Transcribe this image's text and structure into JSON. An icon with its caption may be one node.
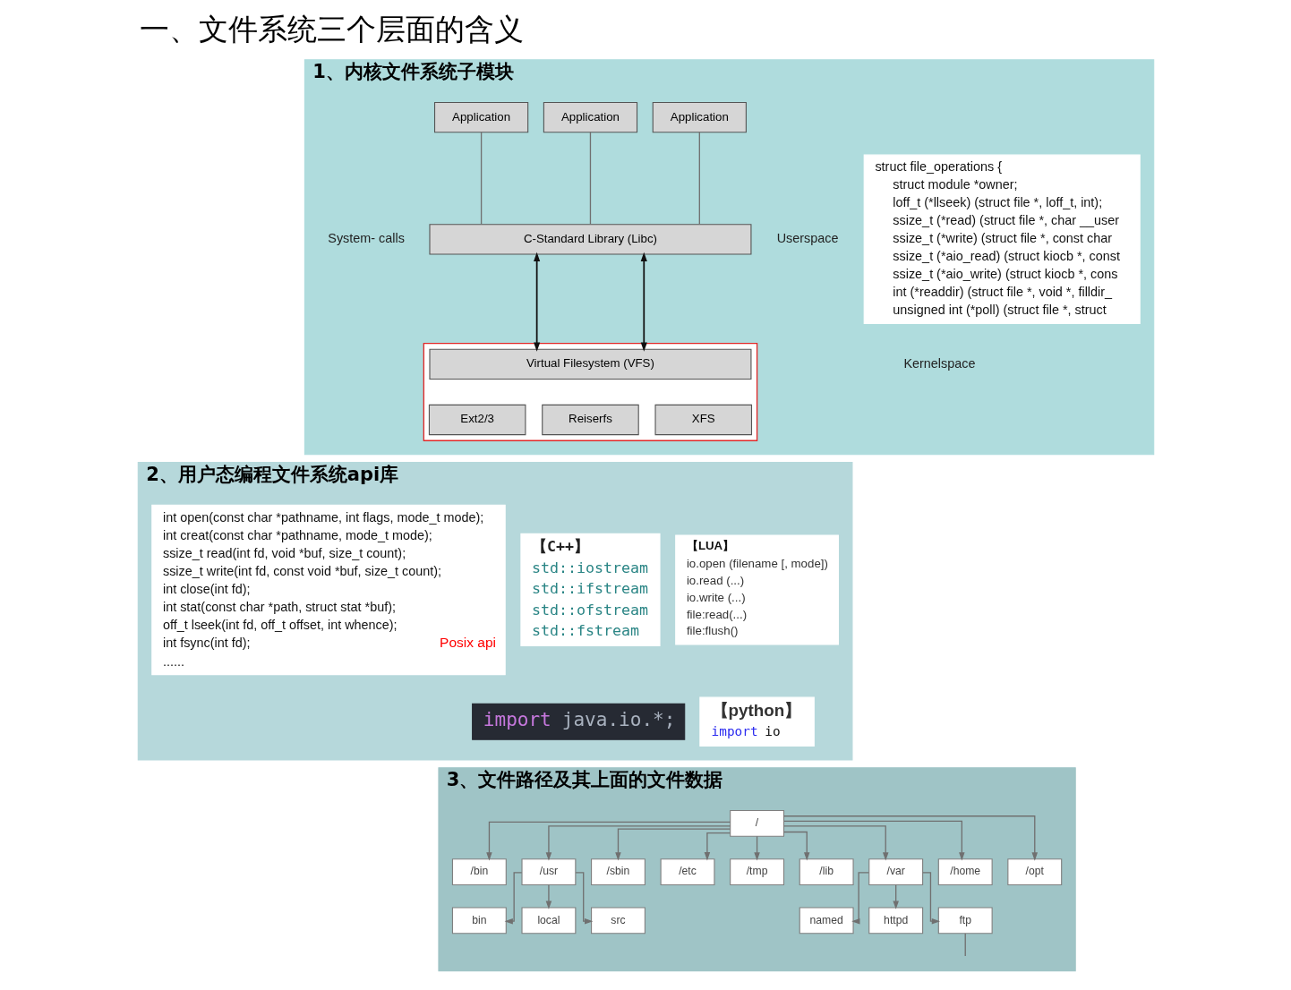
{
  "diagram": {
    "title": "一、文件系统三个层面的含义",
    "nodes": [
      {
        "text": [
          "1、内核文件系统子模块"
        ]
      },
      {
        "text": [
          "Application"
        ],
        "in": 0
      },
      {
        "text": [
          "Application"
        ],
        "in": 0
      },
      {
        "text": [
          "Application"
        ],
        "in": 0
      },
      {
        "text": [
          "C-Standard Library (Libc)"
        ],
        "in": 0
      },
      {
        "text": [],
        "shape": "box",
        "in": 0
      },
      {
        "text": [
          "Virtual Filesystem (VFS)"
        ],
        "in": 5
      },
      {
        "text": [
          "Ext2/3"
        ],
        "in": 5
      },
      {
        "text": [
          "Reiserfs"
        ],
        "in": 5
      },
      {
        "text": [
          "XFS"
        ],
        "in": 5
      },
      {
        "text": [
          "struct file_operations {",
          "struct module *owner;",
          "loff_t (*llseek) (struct file *, loff_t, int);",
          "ssize_t (*read) (struct file *, char __user",
          "ssize_t (*write) (struct file *, const char",
          "ssize_t (*aio_read) (struct kiocb *, const",
          "ssize_t (*aio_write) (struct kiocb *, cons",
          "int (*readdir) (struct file *, void *, filldir_",
          "unsigned int (*poll) (struct file *, struct"
        ],
        "in": 0
      },
      {
        "text": [
          "2、用户态编程文件系统api库"
        ]
      },
      {
        "text": [
          "int open(const char *pathname, int flags, mode_t mode);",
          "int creat(const char *pathname, mode_t mode);",
          "ssize_t read(int fd, void *buf, size_t count);",
          "ssize_t write(int fd, const void *buf, size_t count);",
          "int close(int fd);",
          "int stat(const char *path, struct stat *buf);",
          "off_t lseek(int fd, off_t offset, int whence);",
          "int fsync(int fd);",
          "Posix api",
          "......"
        ],
        "in": 11
      },
      {
        "text": [
          "【C++】",
          "std::iostream",
          "std::ifstream",
          "std::ofstream",
          "std::fstream"
        ],
        "in": 11
      },
      {
        "text": [
          "【LUA】",
          "io.open (filename [, mode])",
          "io.read (...)",
          "io.write (...)",
          "file:read(...)",
          "file:flush()"
        ],
        "in": 11
      },
      {
        "text": [
          "import java.io.*;"
        ],
        "in": 11
      },
      {
        "text": [
          "【python】",
          "import io"
        ],
        "in": 11
      },
      {
        "text": [
          "3、文件路径及其上面的文件数据"
        ]
      },
      {
        "text": [
          "/"
        ],
        "in": 17
      },
      {
        "text": [
          "/bin"
        ],
        "in": 17
      },
      {
        "text": [
          "/usr"
        ],
        "in": 17
      },
      {
        "text": [
          "/sbin"
        ],
        "in": 17
      },
      {
        "text": [
          "/etc"
        ],
        "in": 17
      },
      {
        "text": [
          "/tmp"
        ],
        "in": 17
      },
      {
        "text": [
          "/lib"
        ],
        "in": 17
      },
      {
        "text": [
          "/var"
        ],
        "in": 17
      },
      {
        "text": [
          "/home"
        ],
        "in": 17
      },
      {
        "text": [
          "/opt"
        ],
        "in": 17
      },
      {
        "text": [
          "bin"
        ],
        "in": 17
      },
      {
        "text": [
          "local"
        ],
        "in": 17
      },
      {
        "text": [
          "src"
        ],
        "in": 17
      },
      {
        "text": [
          "named"
        ],
        "in": 17
      },
      {
        "text": [
          "httpd"
        ],
        "in": 17
      },
      {
        "text": [
          "ftp"
        ],
        "in": 17
      }
    ],
    "edges": [
      {
        "from": 1,
        "to": 4,
        "arrow": "none"
      },
      {
        "from": 2,
        "to": 4,
        "arrow": "none"
      },
      {
        "from": 3,
        "to": 4,
        "arrow": "none"
      },
      {
        "from": 4,
        "to": 6,
        "arrow": "both",
        "color": "#111111"
      },
      {
        "from": 4,
        "to": 6,
        "arrow": "both",
        "color": "#111111"
      },
      {
        "from": 18,
        "to": 19,
        "arrow": "to"
      },
      {
        "from": 18,
        "to": 20,
        "arrow": "to"
      },
      {
        "from": 18,
        "to": 21,
        "arrow": "to"
      },
      {
        "from": 18,
        "to": 22,
        "arrow": "to"
      },
      {
        "from": 18,
        "to": 23,
        "arrow": "to"
      },
      {
        "from": 18,
        "to": 24,
        "arrow": "to"
      },
      {
        "from": 18,
        "to": 25,
        "arrow": "to"
      },
      {
        "from": 18,
        "to": 26,
        "arrow": "to"
      },
      {
        "from": 18,
        "to": 27,
        "arrow": "to"
      },
      {
        "from": 20,
        "to": 28,
        "arrow": "to"
      },
      {
        "from": 20,
        "to": 29,
        "arrow": "to"
      },
      {
        "from": 20,
        "to": 30,
        "arrow": "to"
      },
      {
        "from": 25,
        "to": 31,
        "arrow": "to"
      },
      {
        "from": 25,
        "to": 32,
        "arrow": "to"
      },
      {
        "from": 25,
        "to": 33,
        "arrow": "to"
      },
      {
        "from": 33,
        "to": null,
        "arrow": "none"
      }
    ],
    "labels": [
      "Userspace",
      "System- calls",
      "Kernelspace"
    ]
  }
}
